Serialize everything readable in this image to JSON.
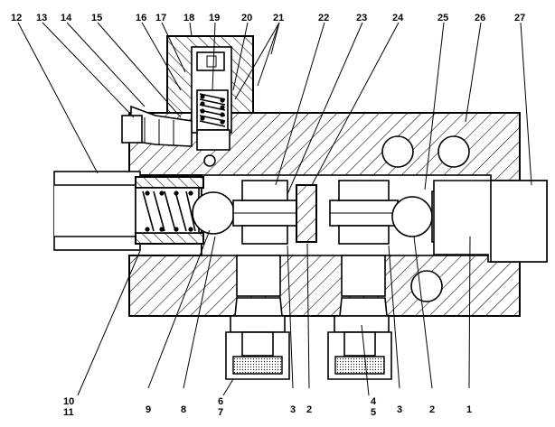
{
  "labels_top": [
    "12",
    "13",
    "14",
    "15",
    "16",
    "17",
    "18",
    "19",
    "20",
    "21",
    "22",
    "23",
    "24",
    "25",
    "26",
    "27"
  ],
  "labels_bottom": [
    "10",
    "11",
    "9",
    "8",
    "6",
    "7",
    "3",
    "2",
    "4",
    "5",
    "3",
    "2",
    "1"
  ],
  "colors": {
    "ink": "#000000",
    "paper": "#ffffff"
  }
}
